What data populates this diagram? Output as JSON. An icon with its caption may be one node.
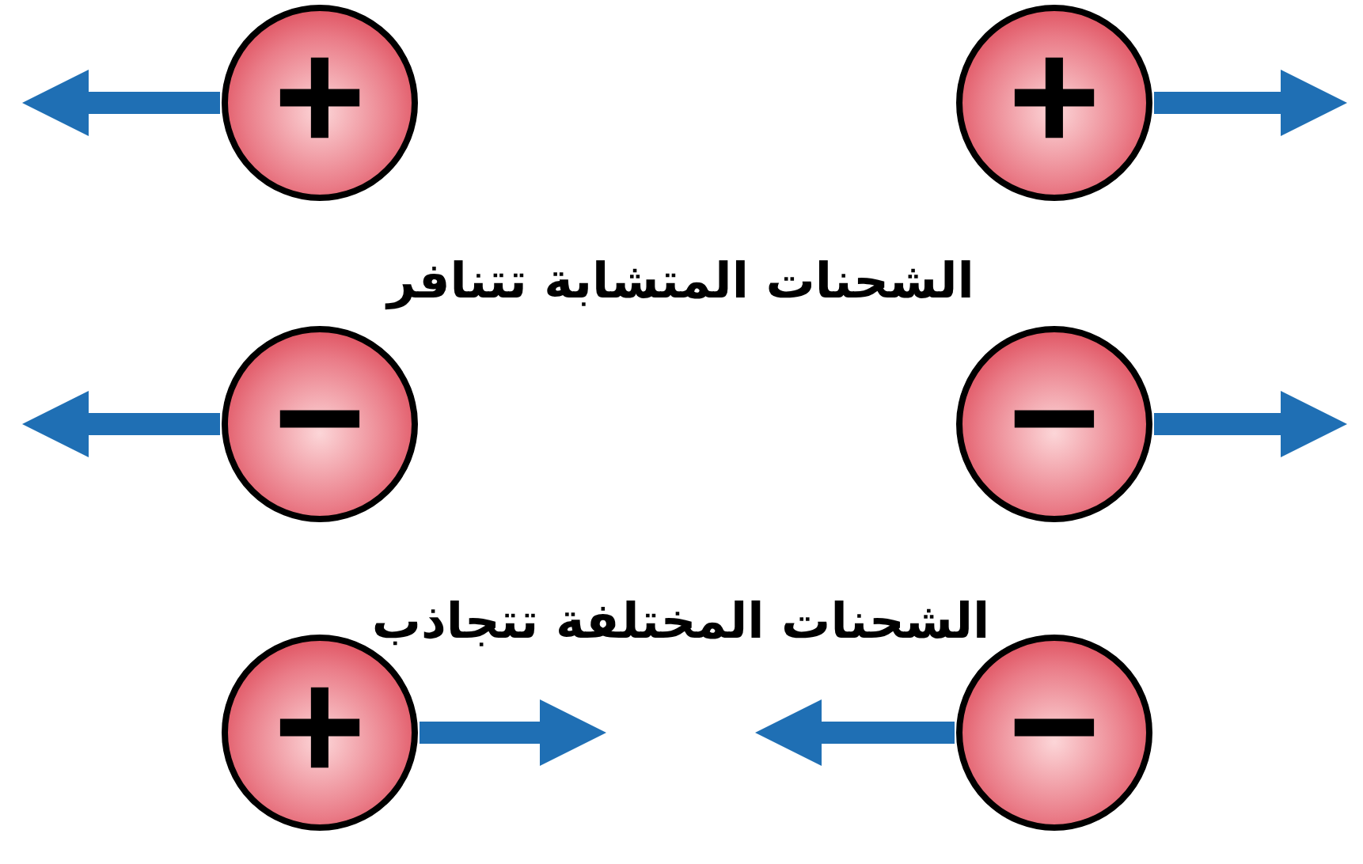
{
  "diagram": {
    "nodes": [
      {
        "text": [
          "+"
        ]
      },
      {
        "text": [
          "+"
        ]
      },
      {
        "text": [
          "−"
        ]
      },
      {
        "text": [
          "−"
        ]
      },
      {
        "text": [
          "+"
        ]
      },
      {
        "text": [
          "−"
        ]
      }
    ],
    "edges": [
      {
        "from": 0,
        "to": null,
        "arrow": "to"
      },
      {
        "from": 1,
        "to": null,
        "arrow": "to"
      },
      {
        "from": 2,
        "to": null,
        "arrow": "to"
      },
      {
        "from": 3,
        "to": null,
        "arrow": "to"
      },
      {
        "from": 4,
        "to": null,
        "arrow": "to"
      },
      {
        "from": 5,
        "to": null,
        "arrow": "to"
      }
    ],
    "labels": [
      "الشحنات المتشابة تتنافر",
      "الشحنات المختلفة تتجاذب"
    ]
  }
}
